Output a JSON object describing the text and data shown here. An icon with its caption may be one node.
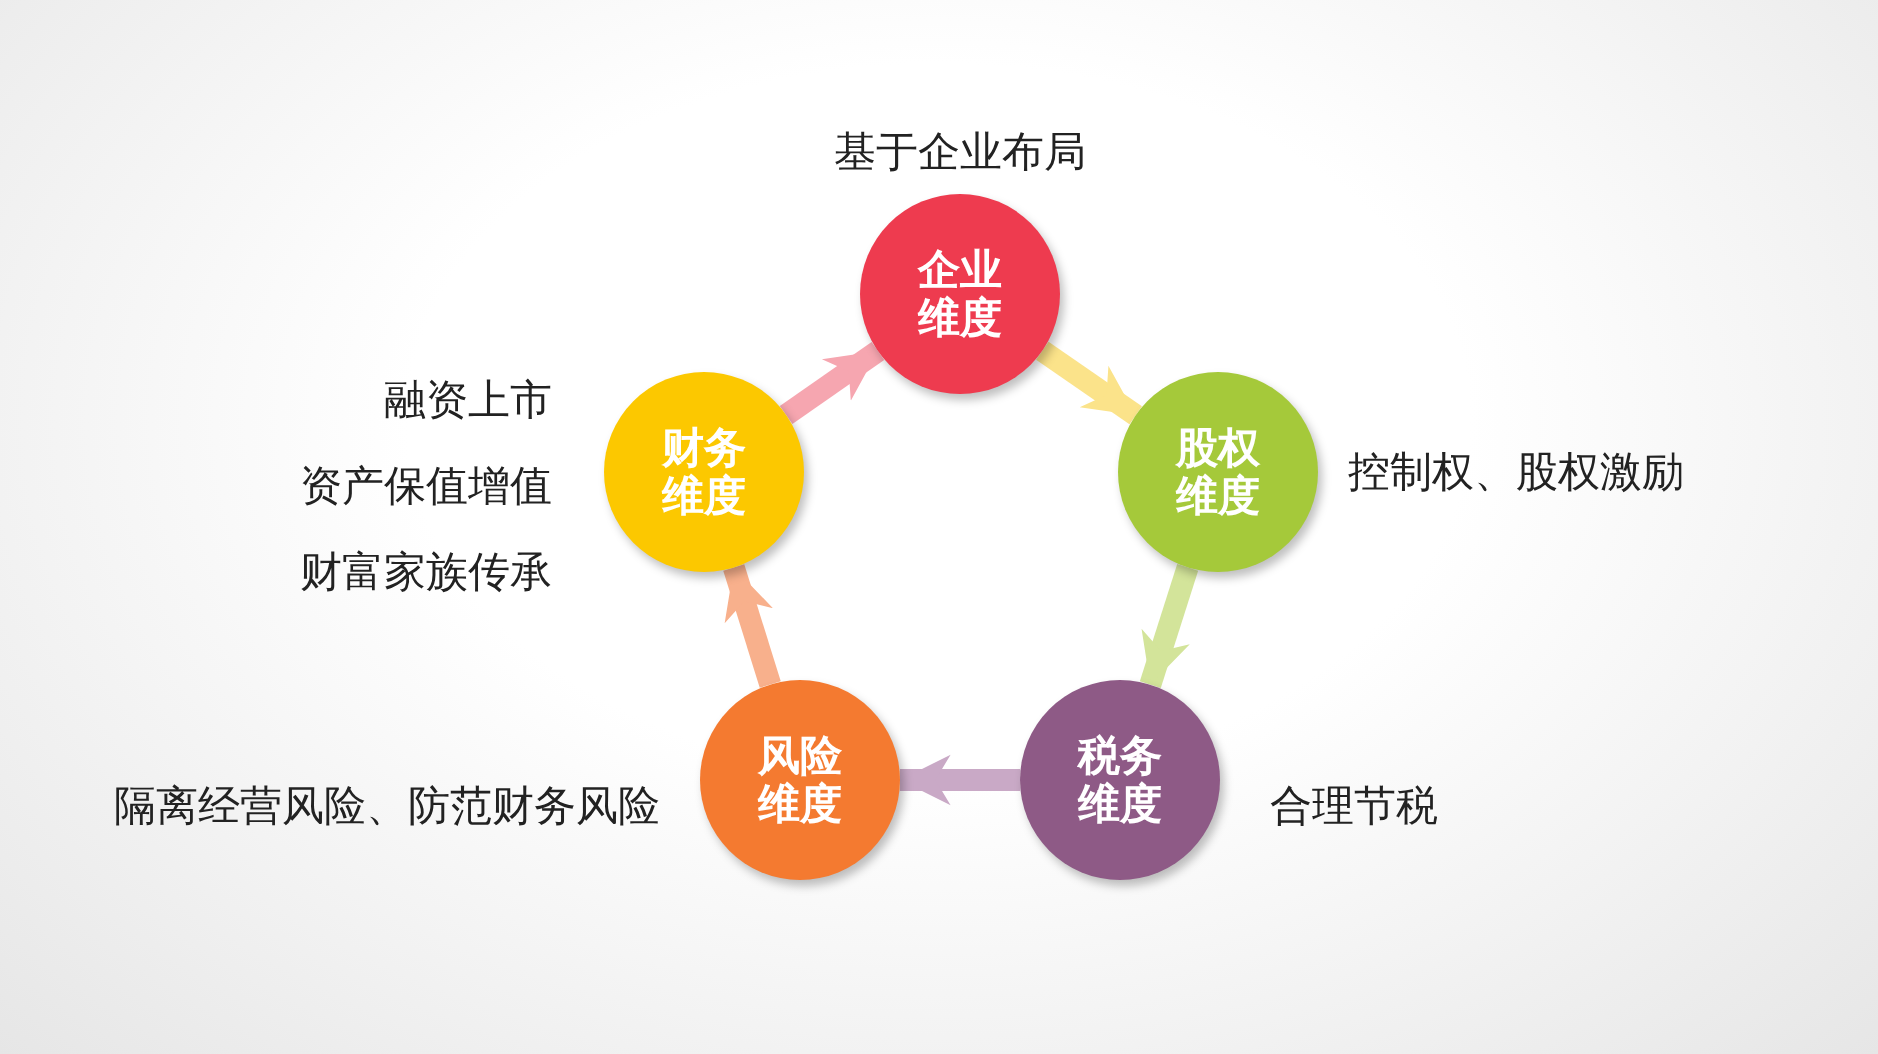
{
  "diagram": {
    "nodes": [
      {
        "text": [
          "企业维度"
        ],
        "beside": [
          "基于企业布局"
        ]
      },
      {
        "text": [
          "股权维度"
        ],
        "beside": [
          "控制权、股权激励"
        ]
      },
      {
        "text": [
          "税务维度"
        ],
        "beside": [
          "合理节税"
        ]
      },
      {
        "text": [
          "风险维度"
        ],
        "beside": [
          "隔离经营风险、防范财务风险"
        ]
      },
      {
        "text": [
          "财务维度"
        ],
        "beside": [
          "融资上市",
          "资产保值增值",
          "财富家族传承"
        ]
      }
    ],
    "edges": [
      {
        "from": 0,
        "to": 1,
        "arrow": "to",
        "color": "#fbe38a"
      },
      {
        "from": 1,
        "to": 2,
        "arrow": "to",
        "color": "#d3e49a"
      },
      {
        "from": 2,
        "to": 3,
        "arrow": "to",
        "color": "#c9a9c6"
      },
      {
        "from": 3,
        "to": 4,
        "arrow": "to",
        "color": "#f8b08c"
      },
      {
        "from": 4,
        "to": 0,
        "arrow": "to",
        "color": "#f6a6b0"
      }
    ]
  }
}
